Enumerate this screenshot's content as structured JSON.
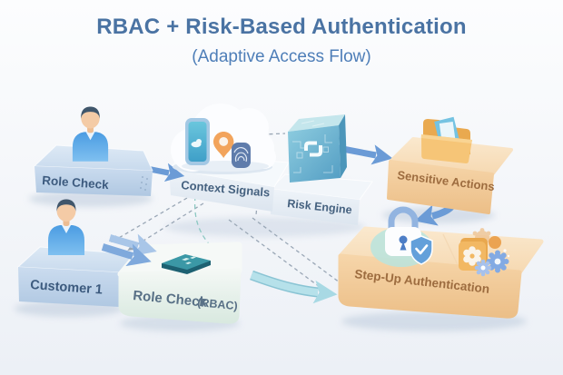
{
  "title": "RBAC + Risk-Based Authentication",
  "subtitle": "(Adaptive Access Flow)",
  "nodes": {
    "role_check": {
      "label": "Role Check",
      "icon": "user-avatar"
    },
    "context_signals": {
      "label": "Context Signals",
      "container_icon": "cloud",
      "icons": [
        "smartphone",
        "location-pin",
        "fingerprint"
      ]
    },
    "risk_engine": {
      "label": "Risk Engine",
      "icon": "circuit-cube"
    },
    "sensitive_actions": {
      "label": "Sensitive Actions",
      "icon": "folder-documents"
    },
    "customer_1": {
      "label": "Customer 1",
      "icon": "user-avatar"
    },
    "rbac_check": {
      "label_main": "Role Check",
      "label_suffix": "(RBAC)",
      "icon": "chip-card"
    },
    "step_up": {
      "label": "Step-Up Authentication",
      "icons": [
        "lock-shield",
        "folder-gears"
      ]
    }
  },
  "flows": [
    {
      "from": "Role Check",
      "to": "Context Signals",
      "style": "solid-blue-arrow"
    },
    {
      "from": "Risk Engine",
      "to": "Sensitive Actions",
      "style": "solid-blue-arrow"
    },
    {
      "from": "Sensitive Actions",
      "to": "Step-Up Authentication",
      "style": "solid-blue-curved-arrow"
    },
    {
      "from": "Customer 1",
      "to": "Role Check (RBAC)",
      "style": "double-blue-arrow"
    },
    {
      "from": "Role Check (RBAC)",
      "to": "Step-Up Authentication",
      "style": "teal-curved-arrow"
    },
    {
      "from": "Context Signals",
      "to": "Risk Engine",
      "style": "dashed-arrow"
    },
    {
      "from": "Context Signals",
      "to": "Customer 1",
      "style": "dashed-arrows"
    },
    {
      "from": "Risk Engine",
      "to": "Step-Up Authentication",
      "style": "dashed-lines"
    }
  ],
  "colors": {
    "title_text": "#4a73a3",
    "subtitle_text": "#4e7eb8",
    "box_blue": "#bed3e9",
    "box_peach": "#f2cb9c",
    "box_white_mint": "#e9f1ec",
    "platform_white": "#eef3f8",
    "cube_teal": "#64abc9",
    "arrow_blue": "#6b9bd6",
    "arrow_teal": "#a5d8e2",
    "dashed_line": "#9aa7b6",
    "label_blue": "#3c5a7e",
    "label_brown": "#9d6c3f"
  }
}
